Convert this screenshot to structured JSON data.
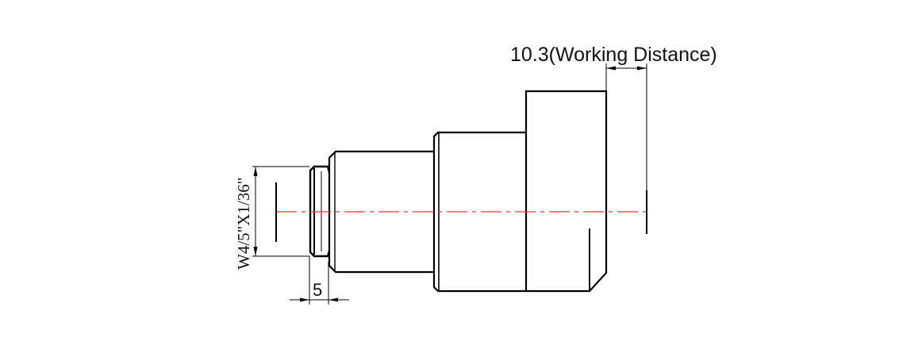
{
  "labels": {
    "working_distance": "10.3(Working Distance)",
    "thread_spec": "W4/5\"X1/36\"",
    "thread_length": "5"
  },
  "colors": {
    "outline": "#000000",
    "centerline": "#ff3333"
  }
}
